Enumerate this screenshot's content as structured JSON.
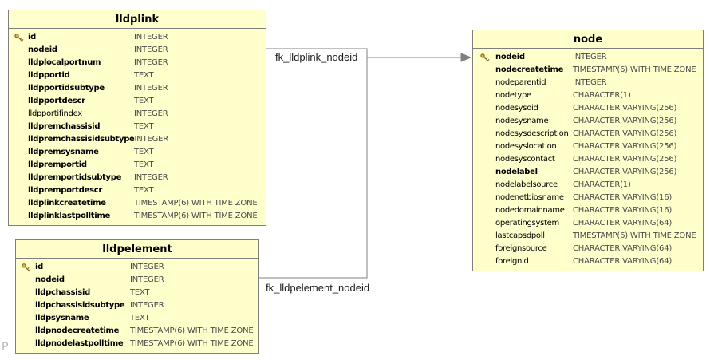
{
  "diagram": {
    "watermark": "P",
    "colors": {
      "table_fill": "#ffffcc",
      "table_border": "#7f7f7f",
      "connector": "#808080",
      "type_text": "#4a4a4a",
      "key_icon_gold": "#d9b44a",
      "watermark_gray": "#b3b3b3"
    },
    "icons": {
      "primary_key": "key-icon",
      "relationship_end": "arrowhead-icon"
    },
    "relationships": [
      {
        "label": "fk_lldplink_nodeid",
        "from": "lldplink",
        "to": "node"
      },
      {
        "label": "fk_lldpelement_nodeid",
        "from": "lldpelement",
        "to": "node"
      }
    ]
  },
  "tables": [
    {
      "title": "lldplink",
      "rows": [
        {
          "name": "id",
          "type": "INTEGER",
          "pk": true,
          "bold": true
        },
        {
          "name": "nodeid",
          "type": "INTEGER",
          "pk": false,
          "bold": true
        },
        {
          "name": "lldplocalportnum",
          "type": "INTEGER",
          "pk": false,
          "bold": true
        },
        {
          "name": "lldpportid",
          "type": "TEXT",
          "pk": false,
          "bold": true
        },
        {
          "name": "lldpportidsubtype",
          "type": "INTEGER",
          "pk": false,
          "bold": true
        },
        {
          "name": "lldpportdescr",
          "type": "TEXT",
          "pk": false,
          "bold": true
        },
        {
          "name": "lldpportifindex",
          "type": "INTEGER",
          "pk": false,
          "bold": false
        },
        {
          "name": "lldpremchassisid",
          "type": "TEXT",
          "pk": false,
          "bold": true
        },
        {
          "name": "lldpremchassisidsubtype",
          "type": "INTEGER",
          "pk": false,
          "bold": true
        },
        {
          "name": "lldpremsysname",
          "type": "TEXT",
          "pk": false,
          "bold": true
        },
        {
          "name": "lldpremportid",
          "type": "TEXT",
          "pk": false,
          "bold": true
        },
        {
          "name": "lldpremportidsubtype",
          "type": "INTEGER",
          "pk": false,
          "bold": true
        },
        {
          "name": "lldpremportdescr",
          "type": "TEXT",
          "pk": false,
          "bold": true
        },
        {
          "name": "lldplinkcreatetime",
          "type": "TIMESTAMP(6) WITH TIME ZONE",
          "pk": false,
          "bold": true
        },
        {
          "name": "lldplinklastpolltime",
          "type": "TIMESTAMP(6) WITH TIME ZONE",
          "pk": false,
          "bold": true
        }
      ]
    },
    {
      "title": "lldpelement",
      "rows": [
        {
          "name": "id",
          "type": "INTEGER",
          "pk": true,
          "bold": true
        },
        {
          "name": "nodeid",
          "type": "INTEGER",
          "pk": false,
          "bold": true
        },
        {
          "name": "lldpchassisid",
          "type": "TEXT",
          "pk": false,
          "bold": true
        },
        {
          "name": "lldpchassisidsubtype",
          "type": "INTEGER",
          "pk": false,
          "bold": true
        },
        {
          "name": "lldpsysname",
          "type": "TEXT",
          "pk": false,
          "bold": true
        },
        {
          "name": "lldpnodecreatetime",
          "type": "TIMESTAMP(6) WITH TIME ZONE",
          "pk": false,
          "bold": true
        },
        {
          "name": "lldpnodelastpolltime",
          "type": "TIMESTAMP(6) WITH TIME ZONE",
          "pk": false,
          "bold": true
        }
      ]
    },
    {
      "title": "node",
      "rows": [
        {
          "name": "nodeid",
          "type": "INTEGER",
          "pk": true,
          "bold": true
        },
        {
          "name": "nodecreatetime",
          "type": "TIMESTAMP(6) WITH TIME ZONE",
          "pk": false,
          "bold": true
        },
        {
          "name": "nodeparentid",
          "type": "INTEGER",
          "pk": false,
          "bold": false
        },
        {
          "name": "nodetype",
          "type": "CHARACTER(1)",
          "pk": false,
          "bold": false
        },
        {
          "name": "nodesysoid",
          "type": "CHARACTER VARYING(256)",
          "pk": false,
          "bold": false
        },
        {
          "name": "nodesysname",
          "type": "CHARACTER VARYING(256)",
          "pk": false,
          "bold": false
        },
        {
          "name": "nodesysdescription",
          "type": "CHARACTER VARYING(256)",
          "pk": false,
          "bold": false
        },
        {
          "name": "nodesyslocation",
          "type": "CHARACTER VARYING(256)",
          "pk": false,
          "bold": false
        },
        {
          "name": "nodesyscontact",
          "type": "CHARACTER VARYING(256)",
          "pk": false,
          "bold": false
        },
        {
          "name": "nodelabel",
          "type": "CHARACTER VARYING(256)",
          "pk": false,
          "bold": true
        },
        {
          "name": "nodelabelsource",
          "type": "CHARACTER(1)",
          "pk": false,
          "bold": false
        },
        {
          "name": "nodenetbiosname",
          "type": "CHARACTER VARYING(16)",
          "pk": false,
          "bold": false
        },
        {
          "name": "nodedomainname",
          "type": "CHARACTER VARYING(16)",
          "pk": false,
          "bold": false
        },
        {
          "name": "operatingsystem",
          "type": "CHARACTER VARYING(64)",
          "pk": false,
          "bold": false
        },
        {
          "name": "lastcapsdpoll",
          "type": "TIMESTAMP(6) WITH TIME ZONE",
          "pk": false,
          "bold": false
        },
        {
          "name": "foreignsource",
          "type": "CHARACTER VARYING(64)",
          "pk": false,
          "bold": false
        },
        {
          "name": "foreignid",
          "type": "CHARACTER VARYING(64)",
          "pk": false,
          "bold": false
        }
      ]
    }
  ]
}
